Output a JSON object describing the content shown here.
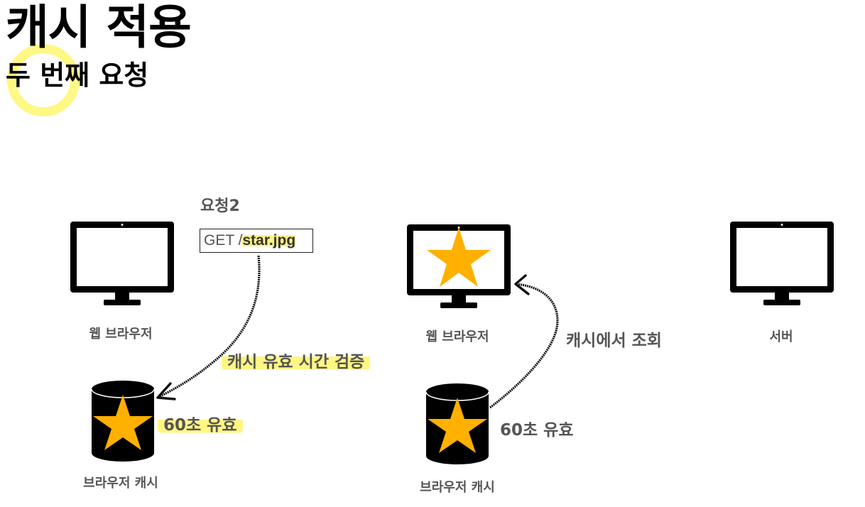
{
  "heading": {
    "title": "캐시 적용",
    "subtitle": "두 번째 요청"
  },
  "request": {
    "label": "요청2",
    "method_path": "GET /",
    "file": "star.jpg"
  },
  "nodes": {
    "browser_left": "웹 브라우저",
    "browser_right": "웹 브라우저",
    "server": "서버",
    "cache_left": "브라우저 캐시",
    "cache_right": "브라우저 캐시"
  },
  "annotations": {
    "validate": "캐시 유효 시간 검증",
    "valid_left": "60초 유효",
    "valid_right": "60초 유효",
    "lookup": "캐시에서 조회"
  },
  "colors": {
    "highlight": "#fff56e",
    "star": "#ffb000",
    "text_gray": "#555555"
  },
  "icons": [
    "monitor-icon",
    "star-icon",
    "cylinder-icon",
    "arrow-icon"
  ]
}
